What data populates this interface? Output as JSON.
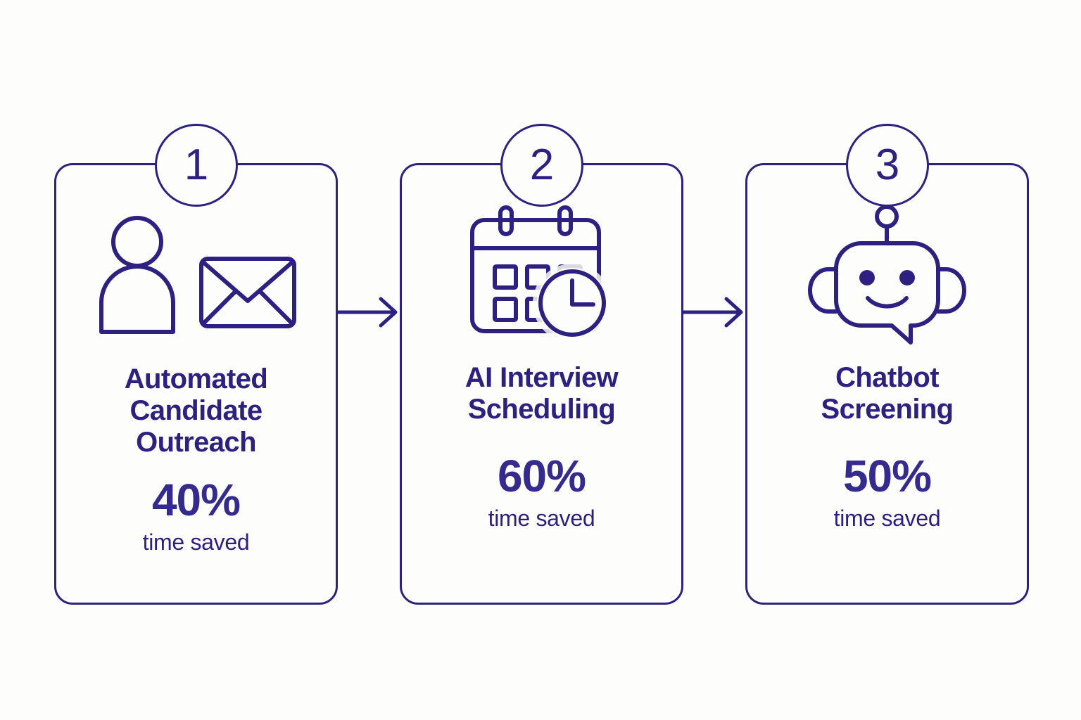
{
  "theme": {
    "stroke_color": "#2e2080",
    "accent_color": "#352a8e",
    "background_color": "#fdfdfb"
  },
  "flow": {
    "steps": [
      {
        "number": "1",
        "icon": "person-envelope-icon",
        "title": "Automated Candidate Outreach",
        "percent": "40%",
        "caption": "time saved"
      },
      {
        "number": "2",
        "icon": "calendar-clock-icon",
        "title": "AI Interview Scheduling",
        "percent": "60%",
        "caption": "time saved"
      },
      {
        "number": "3",
        "icon": "chatbot-robot-icon",
        "title": "Chatbot Screening",
        "percent": "50%",
        "caption": "time saved"
      }
    ],
    "connectors": [
      {
        "name": "arrow-step-1-to-2"
      },
      {
        "name": "arrow-step-2-to-3"
      }
    ]
  }
}
